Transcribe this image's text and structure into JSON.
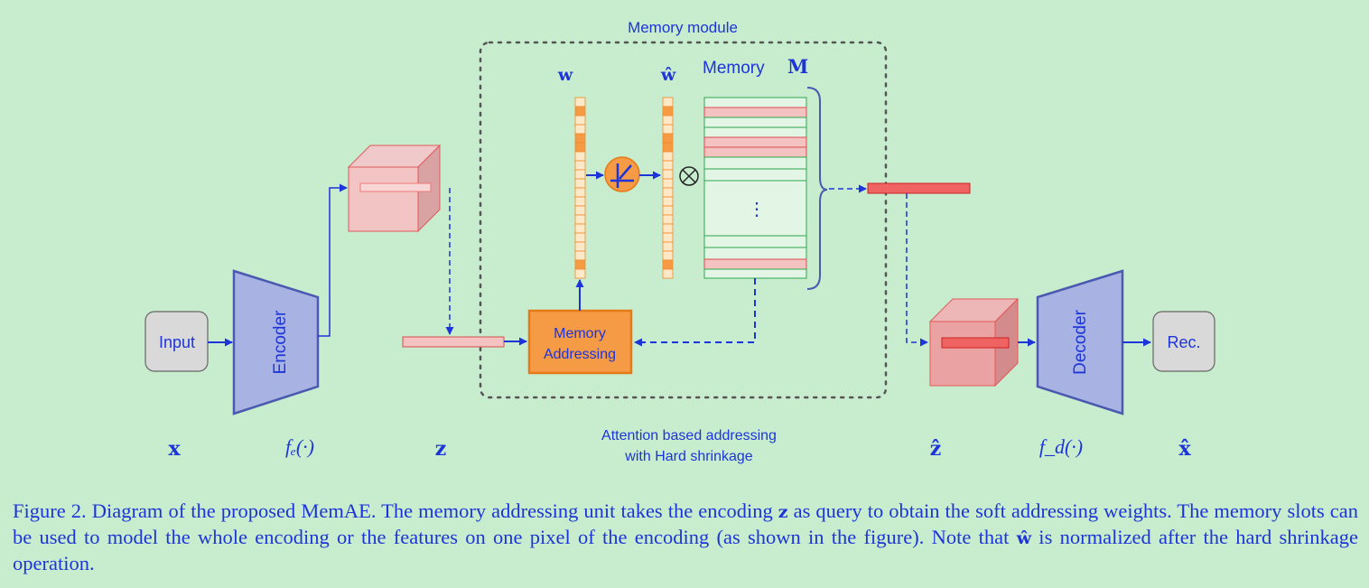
{
  "module_title": "Memory module",
  "memory_label": "Memory",
  "memory_symbol": "M",
  "w_symbol": "w",
  "w_hat_symbol": "ŵ",
  "ellipsis": "⋮",
  "blocks": {
    "input": "Input",
    "encoder": "Encoder",
    "addressing_line1": "Memory",
    "addressing_line2": "Addressing",
    "decoder": "Decoder",
    "rec": "Rec."
  },
  "bottom_labels": {
    "x": "x",
    "fe": "fₑ(·)",
    "z": "z",
    "attention_line1": "Attention based addressing",
    "attention_line2": "with Hard shrinkage",
    "z_hat": "ẑ",
    "fd": "f_d(·)",
    "x_hat": "x̂"
  },
  "caption": {
    "part1": "Figure 2. Diagram of the proposed MemAE. The memory addressing unit takes the encoding ",
    "z": "z",
    "part2": " as query to obtain the soft addressing weights. The memory slots can be used to model the whole encoding or the features on one pixel of the encoding (as shown in the figure). Note that ",
    "w_hat": "ŵ",
    "part3": " is normalized after the hard shrinkage operation."
  },
  "colors": {
    "background": "#c8ecce",
    "blue": "#1d35d8",
    "orange": "#f59a45",
    "pink": "#f5c2c2",
    "red": "#e93b3b",
    "trapezoid": "#a9b3e3",
    "green": "#2ea84e",
    "gray_box": "#d9d9d9"
  }
}
